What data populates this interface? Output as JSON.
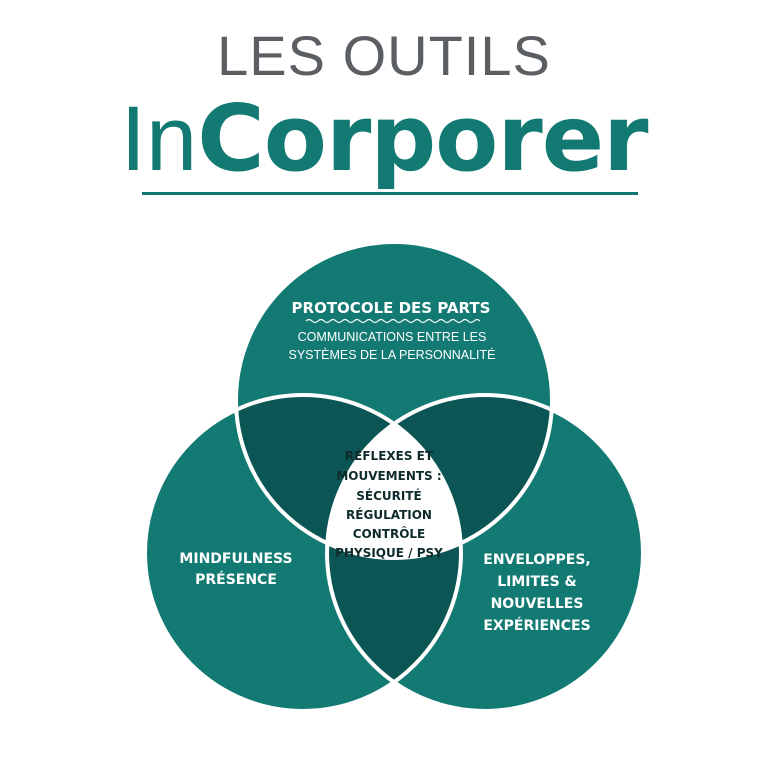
{
  "header": {
    "kicker": "LES OUTILS",
    "brand_light": "In",
    "brand_bold": "Corporer"
  },
  "venn": {
    "top": {
      "title": "PROTOCOLE DES PARTS",
      "subtitle_line1": "COMMUNICATIONS ENTRE LES",
      "subtitle_line2": "SYSTÈMES DE LA PERSONNALITÉ"
    },
    "left": {
      "line1": "MINDFULNESS",
      "line2": "PRÉSENCE"
    },
    "right": {
      "line1": "ENVELOPPES,",
      "line2": "LIMITES &",
      "line3": "NOUVELLES",
      "line4": "EXPÉRIENCES"
    },
    "center": {
      "line1": "RÉFLEXES ET",
      "line2": "MOUVEMENTS :",
      "line3": "SÉCURITÉ",
      "line4": "RÉGULATION",
      "line5": "CONTRÔLE",
      "line6": "PHYSIQUE / PSY"
    },
    "colors": {
      "circle": "#127a73",
      "overlap": "#0b5554",
      "center": "#ffffff",
      "stroke": "#ffffff"
    }
  }
}
